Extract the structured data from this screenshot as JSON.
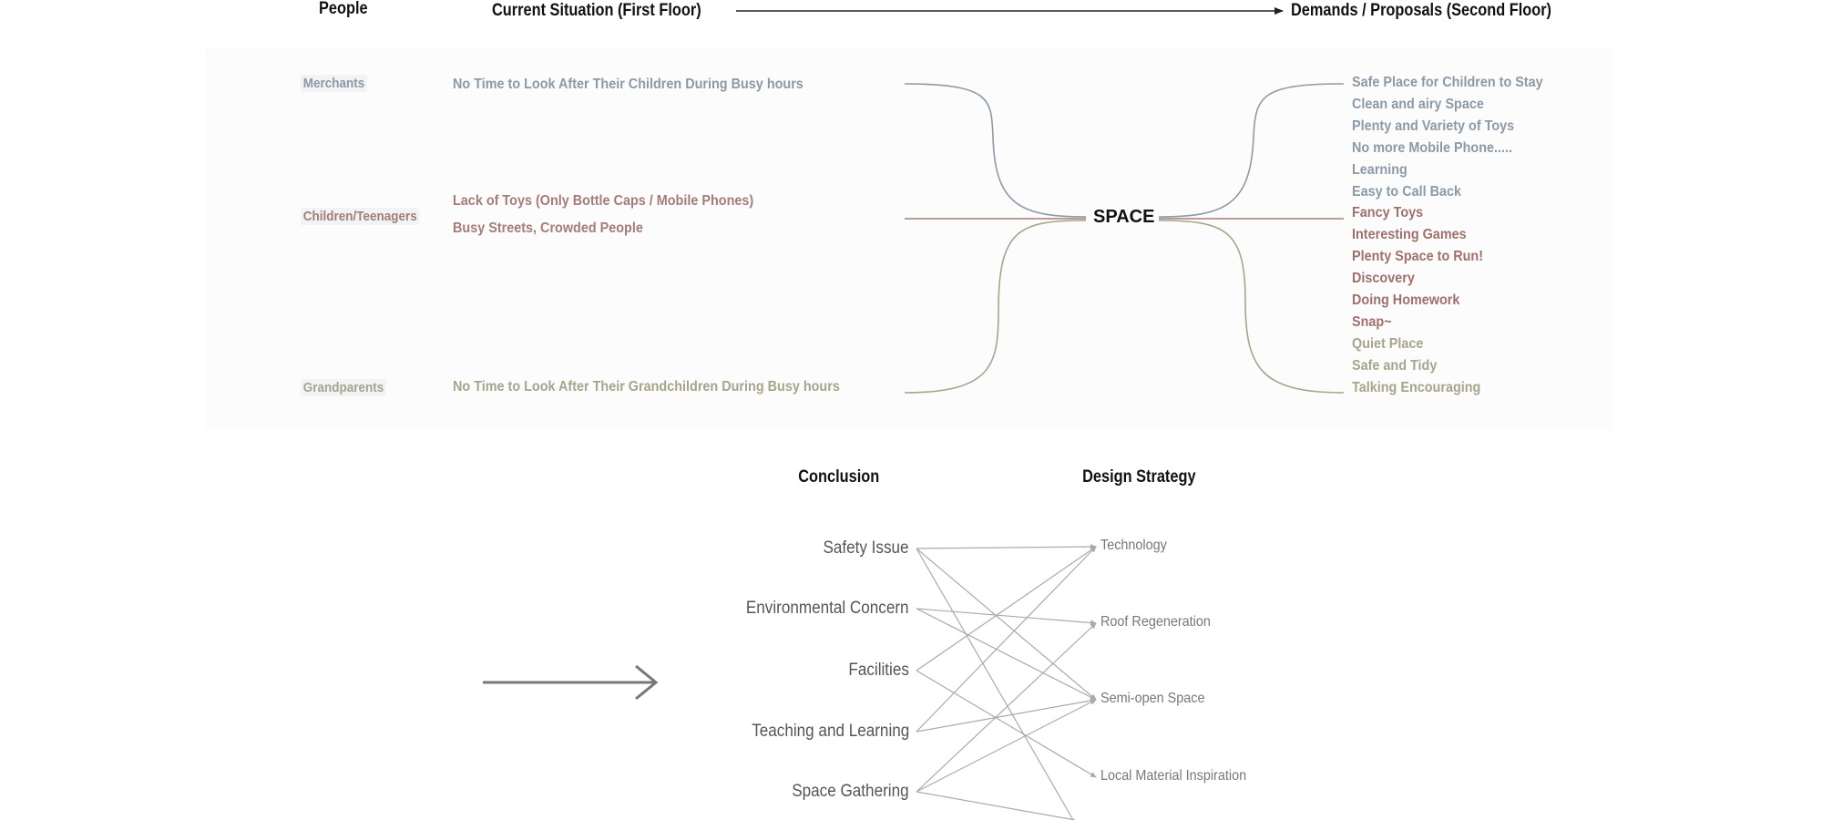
{
  "headers": {
    "people": "People",
    "current": "Current Situation (First Floor)",
    "demands": "Demands / Proposals (Second Floor)",
    "conclusion": "Conclusion",
    "strategy": "Design Strategy"
  },
  "center": "SPACE",
  "groups": [
    {
      "name": "Merchants",
      "color": "#8b9aa6",
      "situations": [
        "No Time to Look After Their Children During Busy hours"
      ]
    },
    {
      "name": "Children/Teenagers",
      "color": "#a47c78",
      "situations": [
        "Lack of Toys (Only Bottle Caps / Mobile Phones)",
        "Busy Streets, Crowded People"
      ]
    },
    {
      "name": "Grandparents",
      "color": "#a8a48c",
      "situations": [
        "No Time to Look After Their Grandchildren During Busy hours"
      ]
    }
  ],
  "demands": [
    {
      "text": "Safe Place for Children to Stay",
      "color": "#8b9aa6"
    },
    {
      "text": "Clean and airy Space",
      "color": "#8b9aa6"
    },
    {
      "text": "Plenty and Variety of Toys",
      "color": "#8b9aa6"
    },
    {
      "text": "No more Mobile Phone.....",
      "color": "#8b9aa6"
    },
    {
      "text": "Learning",
      "color": "#8b9aa6"
    },
    {
      "text": "Easy to Call Back",
      "color": "#8b9aa6"
    },
    {
      "text": "Fancy Toys",
      "color": "#a0706c"
    },
    {
      "text": "Interesting Games",
      "color": "#a0706c"
    },
    {
      "text": "Plenty Space to Run!",
      "color": "#a0706c"
    },
    {
      "text": "Discovery",
      "color": "#a0706c"
    },
    {
      "text": "Doing Homework",
      "color": "#a0706c"
    },
    {
      "text": "Snap~",
      "color": "#a0706c"
    },
    {
      "text": "Quiet Place",
      "color": "#a8a48c"
    },
    {
      "text": "Safe and Tidy",
      "color": "#a8a48c"
    },
    {
      "text": "Talking Encouraging",
      "color": "#a8a48c"
    }
  ],
  "conclusions": [
    "Safety Issue",
    "Environmental Concern",
    "Facilities",
    "Teaching and Learning",
    "Space Gathering"
  ],
  "strategies": [
    "Technology",
    "Roof Regeneration",
    "Semi-open Space",
    "Local Material Inspiration"
  ]
}
